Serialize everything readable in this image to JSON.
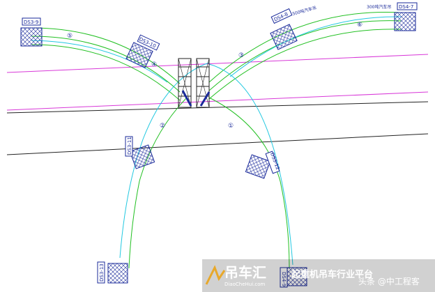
{
  "labels": {
    "ds39": "DS3-9",
    "ds310": "DS3-10",
    "ds311": "DS3-11",
    "ds312": "DS3-12",
    "ds313": "DS3-13",
    "ds48": "DS4-8",
    "ds47": "DS4-7",
    "ds49": "DS4-9",
    "crane_500": "500吨汽车吊",
    "crane_300": "300吨汽车吊"
  },
  "circles": {
    "c1": "⑤",
    "c2": "④",
    "c3": "③",
    "c4": "②",
    "c5": "①",
    "c6": "⑥"
  },
  "watermark": {
    "brand": "吊车汇",
    "site": "DiaoCheHui.com",
    "slogan": "起重机吊车行业平台",
    "author": "头条 @中工程客"
  },
  "colors": {
    "green": "#22c022",
    "cyan": "#22c8e0",
    "magenta": "#d838d8",
    "blue": "#1a2a9a",
    "black": "#222222"
  }
}
